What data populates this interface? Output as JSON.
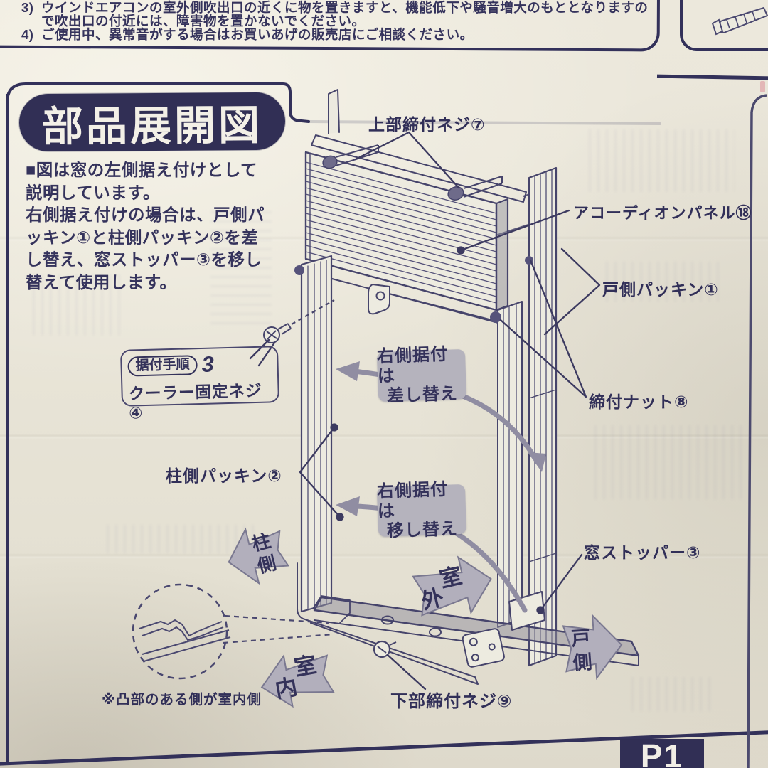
{
  "notes": {
    "item3_num": "3)",
    "item3_text": "ウインドエアコンの室外側吹出口の近くに物を置きますと、機能低下や騒音増大のもととなりますので吹出口の付近には、障害物を置かないでください。",
    "item4_num": "4)",
    "item4_text": "ご使用中、異常音がする場合はお買いあげの販売店にご相談ください。"
  },
  "title": "部品展開図",
  "description": {
    "seg1": "■図は窓の左側据え付けとして説明しています。\n右側据え付けの場合は、",
    "bold1": "戸側パッキン①",
    "seg2": "と",
    "bold2": "柱側パッキン②",
    "seg3": "を差し替え、",
    "bold3": "窓ストッパー③",
    "seg4": "を移し替えて使用します。"
  },
  "labels": {
    "top_screw": "上部締付ネジ⑦",
    "accordion_panel": "アコーディオンパネル⑱",
    "door_packing": "戸側パッキン①",
    "tightening_nut": "締付ナット⑧",
    "step_badge": "据付手順",
    "step_number": "3",
    "cooler_screw": "クーラー固定ネジ④",
    "pillar_packing": "柱側パッキン②",
    "window_stopper": "窓ストッパー③",
    "bottom_screw": "下部締付ネジ⑨",
    "footnote": "※凸部のある側が室内側"
  },
  "swap_box": {
    "line1": "右側据付は",
    "line2": "差し替え"
  },
  "move_box": {
    "line1": "右側据付は",
    "line2": "移し替え"
  },
  "arrows": {
    "pillar": {
      "c1": "柱",
      "c2": "側"
    },
    "outdoor": {
      "c1": "室",
      "c2": "外"
    },
    "indoor": {
      "c1": "室",
      "c2": "内"
    },
    "door": {
      "c1": "戸",
      "c2": "側"
    }
  },
  "page_number": "P1",
  "colors": {
    "ink_navy": "#312f55",
    "paper": "#e9e5d9",
    "note_gray": "#b5b3bd",
    "arrow_gray": "#b2afbc"
  }
}
